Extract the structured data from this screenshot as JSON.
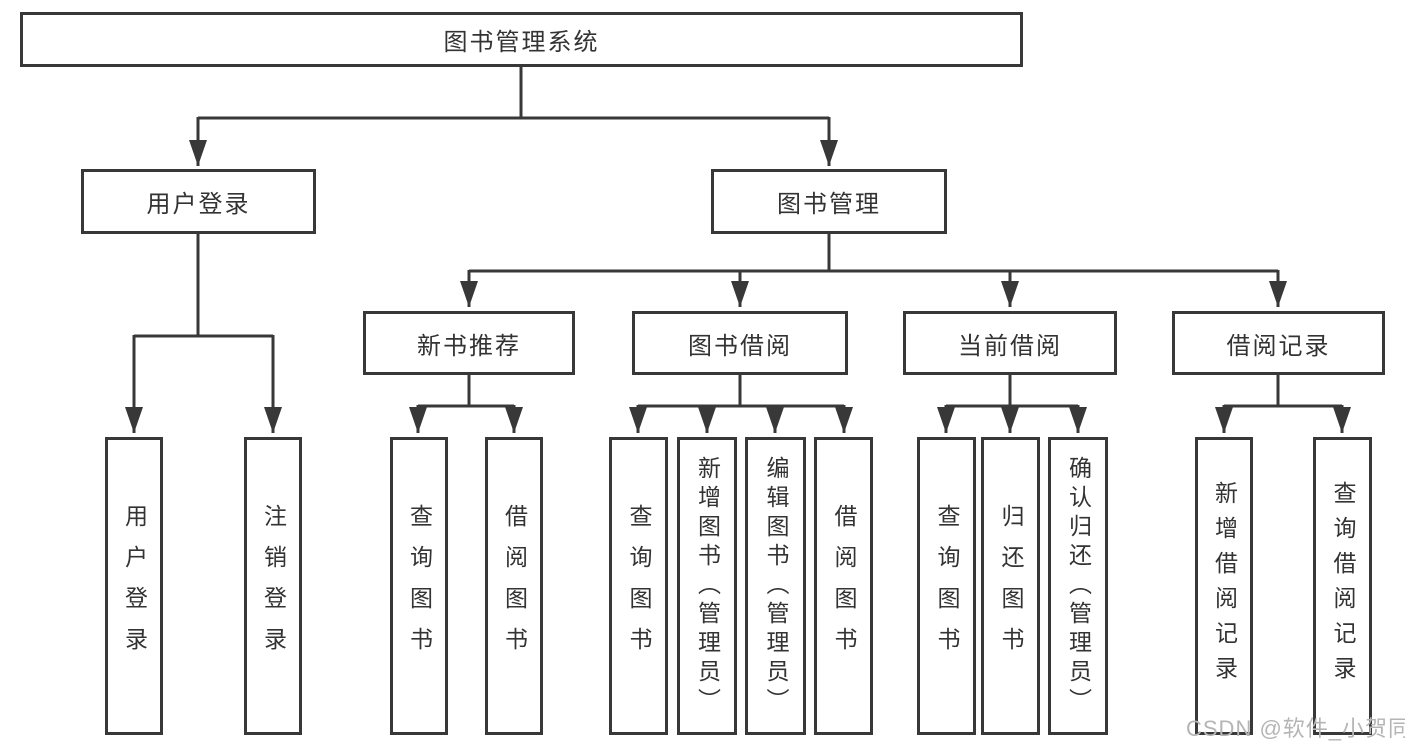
{
  "tree": {
    "root": {
      "label": "图书管理系统"
    },
    "login": {
      "label": "用户登录",
      "children": [
        {
          "label": "用户登录"
        },
        {
          "label": "注销登录"
        }
      ]
    },
    "management": {
      "label": "图书管理",
      "sections": [
        {
          "label": "新书推荐",
          "children": [
            {
              "label": "查询图书"
            },
            {
              "label": "借阅图书"
            }
          ]
        },
        {
          "label": "图书借阅",
          "children": [
            {
              "label": "查询图书"
            },
            {
              "label": "新增图书（管理员）"
            },
            {
              "label": "编辑图书（管理员）"
            },
            {
              "label": "借阅图书"
            }
          ]
        },
        {
          "label": "当前借阅",
          "children": [
            {
              "label": "查询图书"
            },
            {
              "label": "归还图书"
            },
            {
              "label": "确认归还（管理员）"
            }
          ]
        },
        {
          "label": "借阅记录",
          "children": [
            {
              "label": "新增借阅记录"
            },
            {
              "label": "查询借阅记录"
            }
          ]
        }
      ]
    }
  },
  "watermark": {
    "text": "CSDN @软件_小贺同学"
  },
  "colors": {
    "line": "#383838",
    "box_border": "#383838",
    "text": "#333333",
    "watermark": "#b5b5b5",
    "background": "#ffffff"
  }
}
